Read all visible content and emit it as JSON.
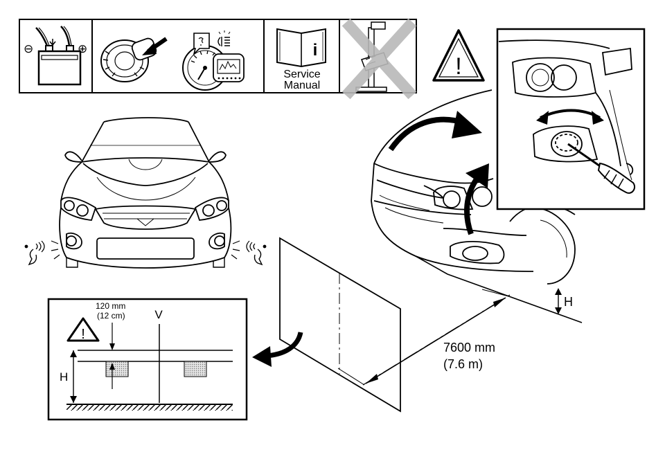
{
  "toolbar": {
    "service_manual_line1": "Service",
    "service_manual_line2": "Manual",
    "info_glyph": "i"
  },
  "warning_glyph": "!",
  "screen_detail": {
    "offset_mm": "120 mm",
    "offset_cm": "(12 cm)",
    "vertical_axis_label": "V",
    "height_label": "H"
  },
  "distance": {
    "mm": "7600 mm",
    "m": "(7.6 m)"
  },
  "ground_height_label": "H",
  "battery": {
    "minus": "⊖",
    "plus": "⊕"
  },
  "colors": {
    "ink": "#000000",
    "stipple": "#bdbdbd",
    "cross": "#b9b9b9"
  }
}
